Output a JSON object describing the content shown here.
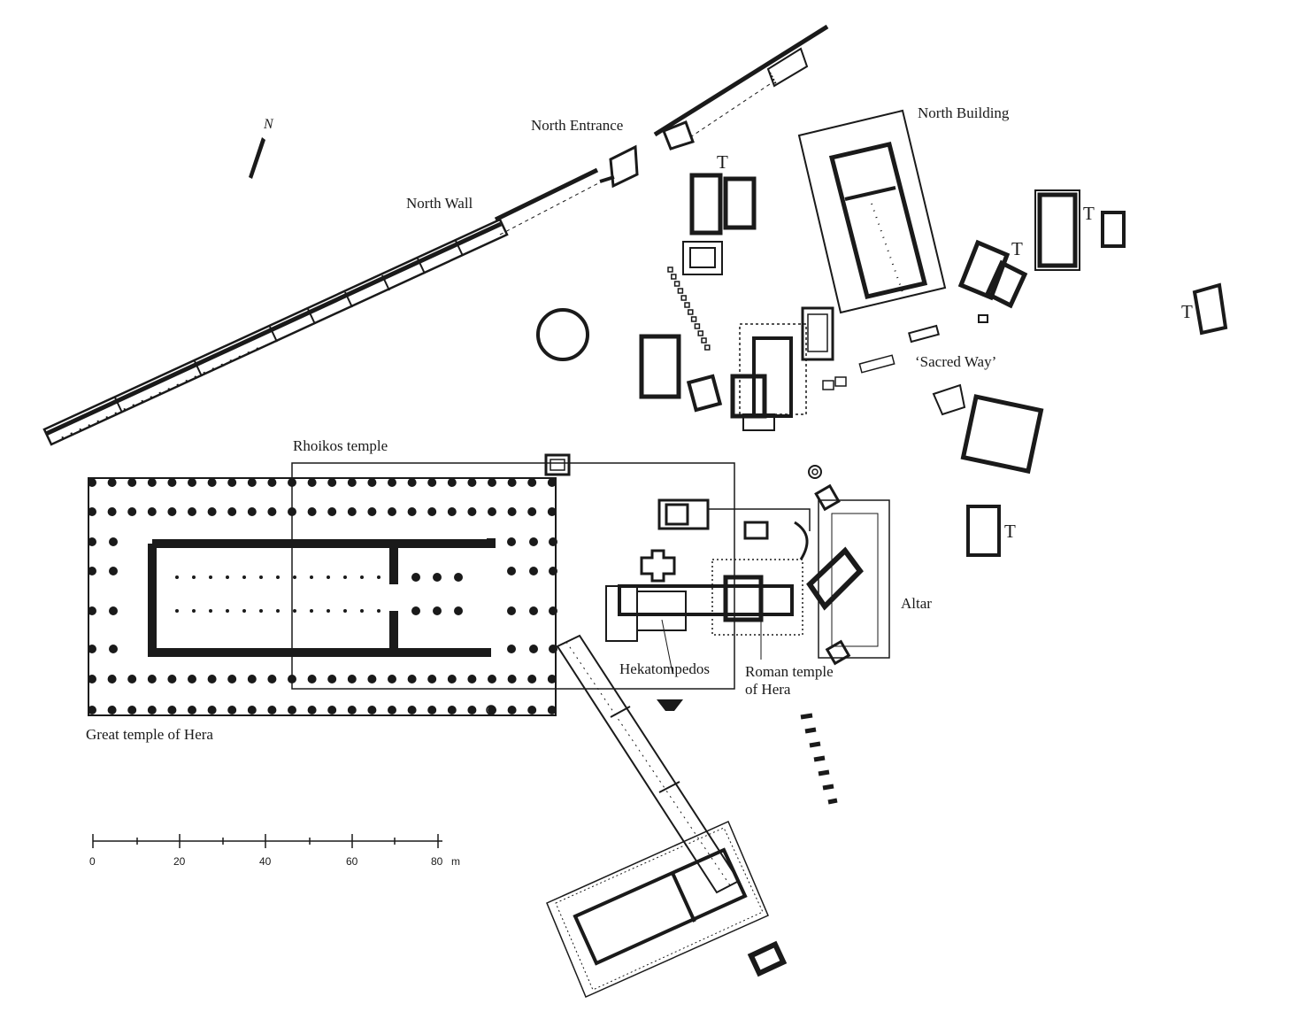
{
  "labels": {
    "north_entrance": "North Entrance",
    "north_building": "North Building",
    "north_wall": "North Wall",
    "sacred_way": "‘Sacred Way’",
    "rhoikos_temple": "Rhoikos temple",
    "altar": "Altar",
    "hekatompedos": "Hekatompedos",
    "roman_temple_line1": "Roman temple",
    "roman_temple_line2": "of Hera",
    "great_temple": "Great temple of Hera"
  },
  "treasury_mark": "T",
  "north_arrow": "N",
  "scale_bar": {
    "ticks": [
      "0",
      "20",
      "40",
      "60",
      "80"
    ],
    "unit": "m"
  },
  "colors": {
    "ink": "#1a1a1a",
    "paper": "#ffffff"
  }
}
